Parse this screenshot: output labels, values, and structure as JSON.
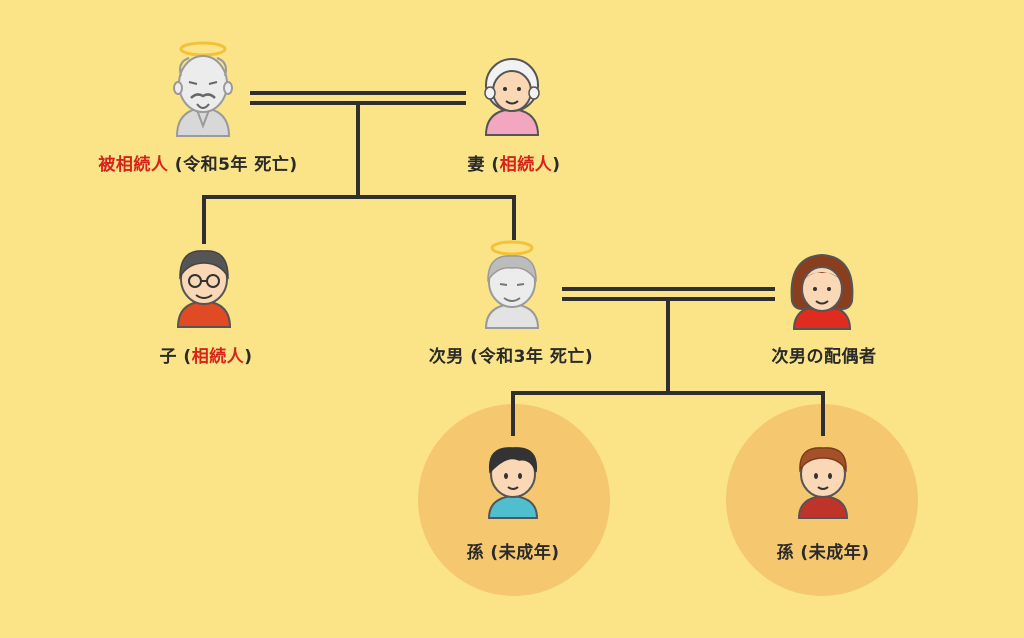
{
  "colors": {
    "background": "#fae487",
    "line": "#2f2f2f",
    "highlight": "#f5c870",
    "heir_text": "#d6231c"
  },
  "people": {
    "deceased": {
      "icon": "angel-old-man-icon",
      "role_label": "被相続人",
      "status_text": " (令和5年 死亡)"
    },
    "wife": {
      "icon": "old-woman-icon",
      "prefix": "妻 (",
      "role_label": "相続人",
      "suffix": ")"
    },
    "child": {
      "icon": "man-glasses-icon",
      "prefix": "子 (",
      "role_label": "相続人",
      "suffix": ")"
    },
    "second_son": {
      "icon": "angel-man-icon",
      "label": "次男 (令和3年 死亡)"
    },
    "second_son_spouse": {
      "icon": "woman-icon",
      "label": "次男の配偶者"
    },
    "grandchild_1": {
      "icon": "boy-icon",
      "label": "孫 (未成年)"
    },
    "grandchild_2": {
      "icon": "boy-red-shirt-icon",
      "label": "孫 (未成年)"
    }
  }
}
